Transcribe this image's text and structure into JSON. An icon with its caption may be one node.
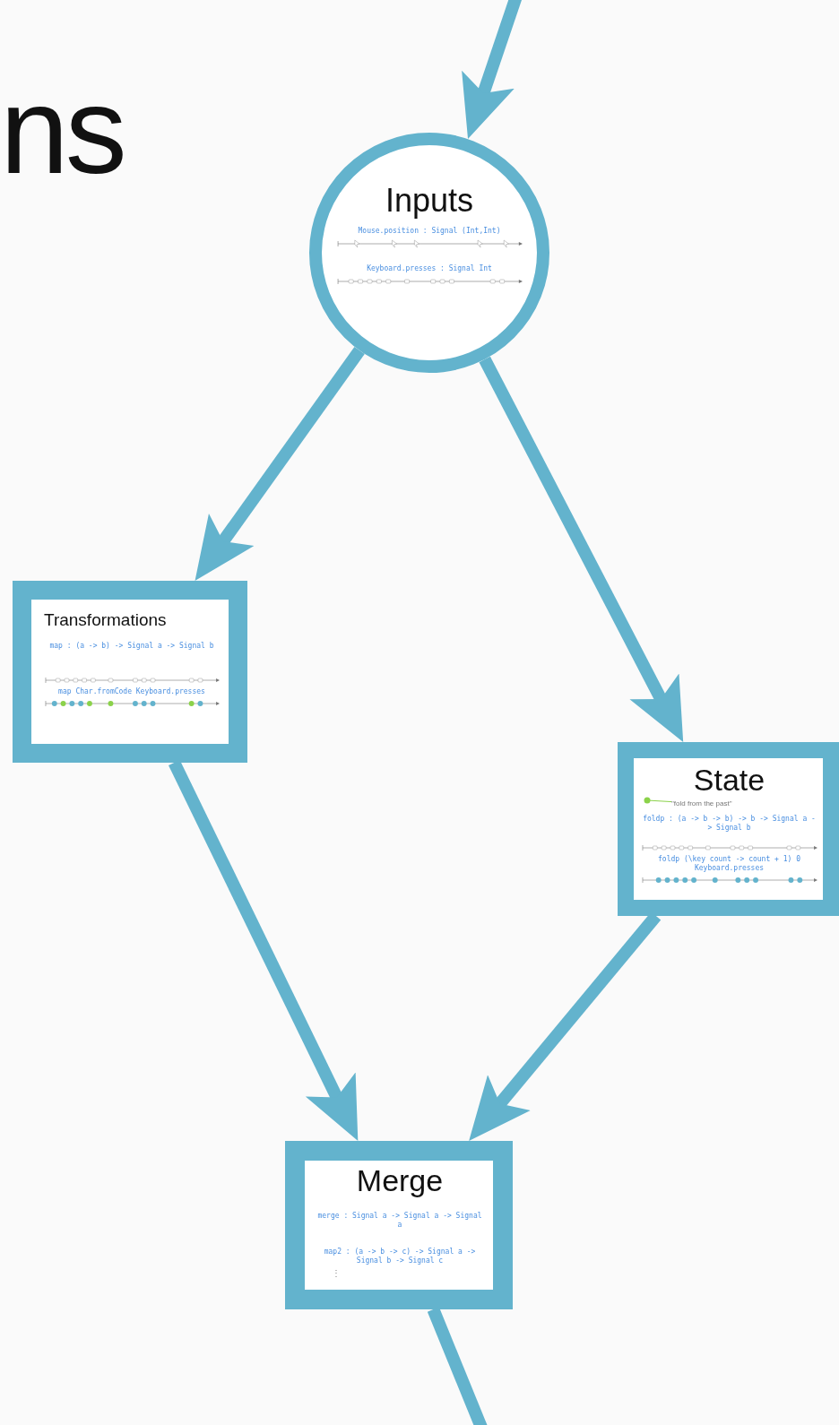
{
  "diagram": {
    "nodes": [
      {
        "text": [
          "Inputs",
          "Mouse.position : Signal (Int,Int)",
          "Keyboard.presses : Signal Int"
        ]
      },
      {
        "text": [
          "Transformations",
          "map : (a -> b) -> Signal a -> Signal b",
          "map Char.fromCode Keyboard.presses"
        ]
      },
      {
        "text": [
          "State",
          "foldp : (a -> b -> b) -> b -> Signal a -> Signal b",
          "foldp (\\key count -> count + 1) 0 Keyboard.presses"
        ]
      },
      {
        "text": [
          "\"fold from the past\""
        ],
        "in": 2
      },
      {
        "text": [
          "Merge",
          "merge : Signal a -> Signal a -> Signal a",
          "map2 : (a -> b -> c) -> Signal a -> Signal b -> Signal c",
          "⋮"
        ]
      }
    ],
    "edges": [
      {
        "from": null,
        "to": 0,
        "arrow": "to"
      },
      {
        "from": 0,
        "to": 1,
        "arrow": "to"
      },
      {
        "from": 0,
        "to": 2,
        "arrow": "to"
      },
      {
        "from": 1,
        "to": 4,
        "arrow": "to"
      },
      {
        "from": 2,
        "to": 4,
        "arrow": "to"
      },
      {
        "from": 4,
        "to": null,
        "arrow": "none"
      },
      {
        "from": 3,
        "to": null,
        "arrow": "other",
        "color": "#8bd24a"
      }
    ],
    "labels": [
      "ns"
    ]
  }
}
